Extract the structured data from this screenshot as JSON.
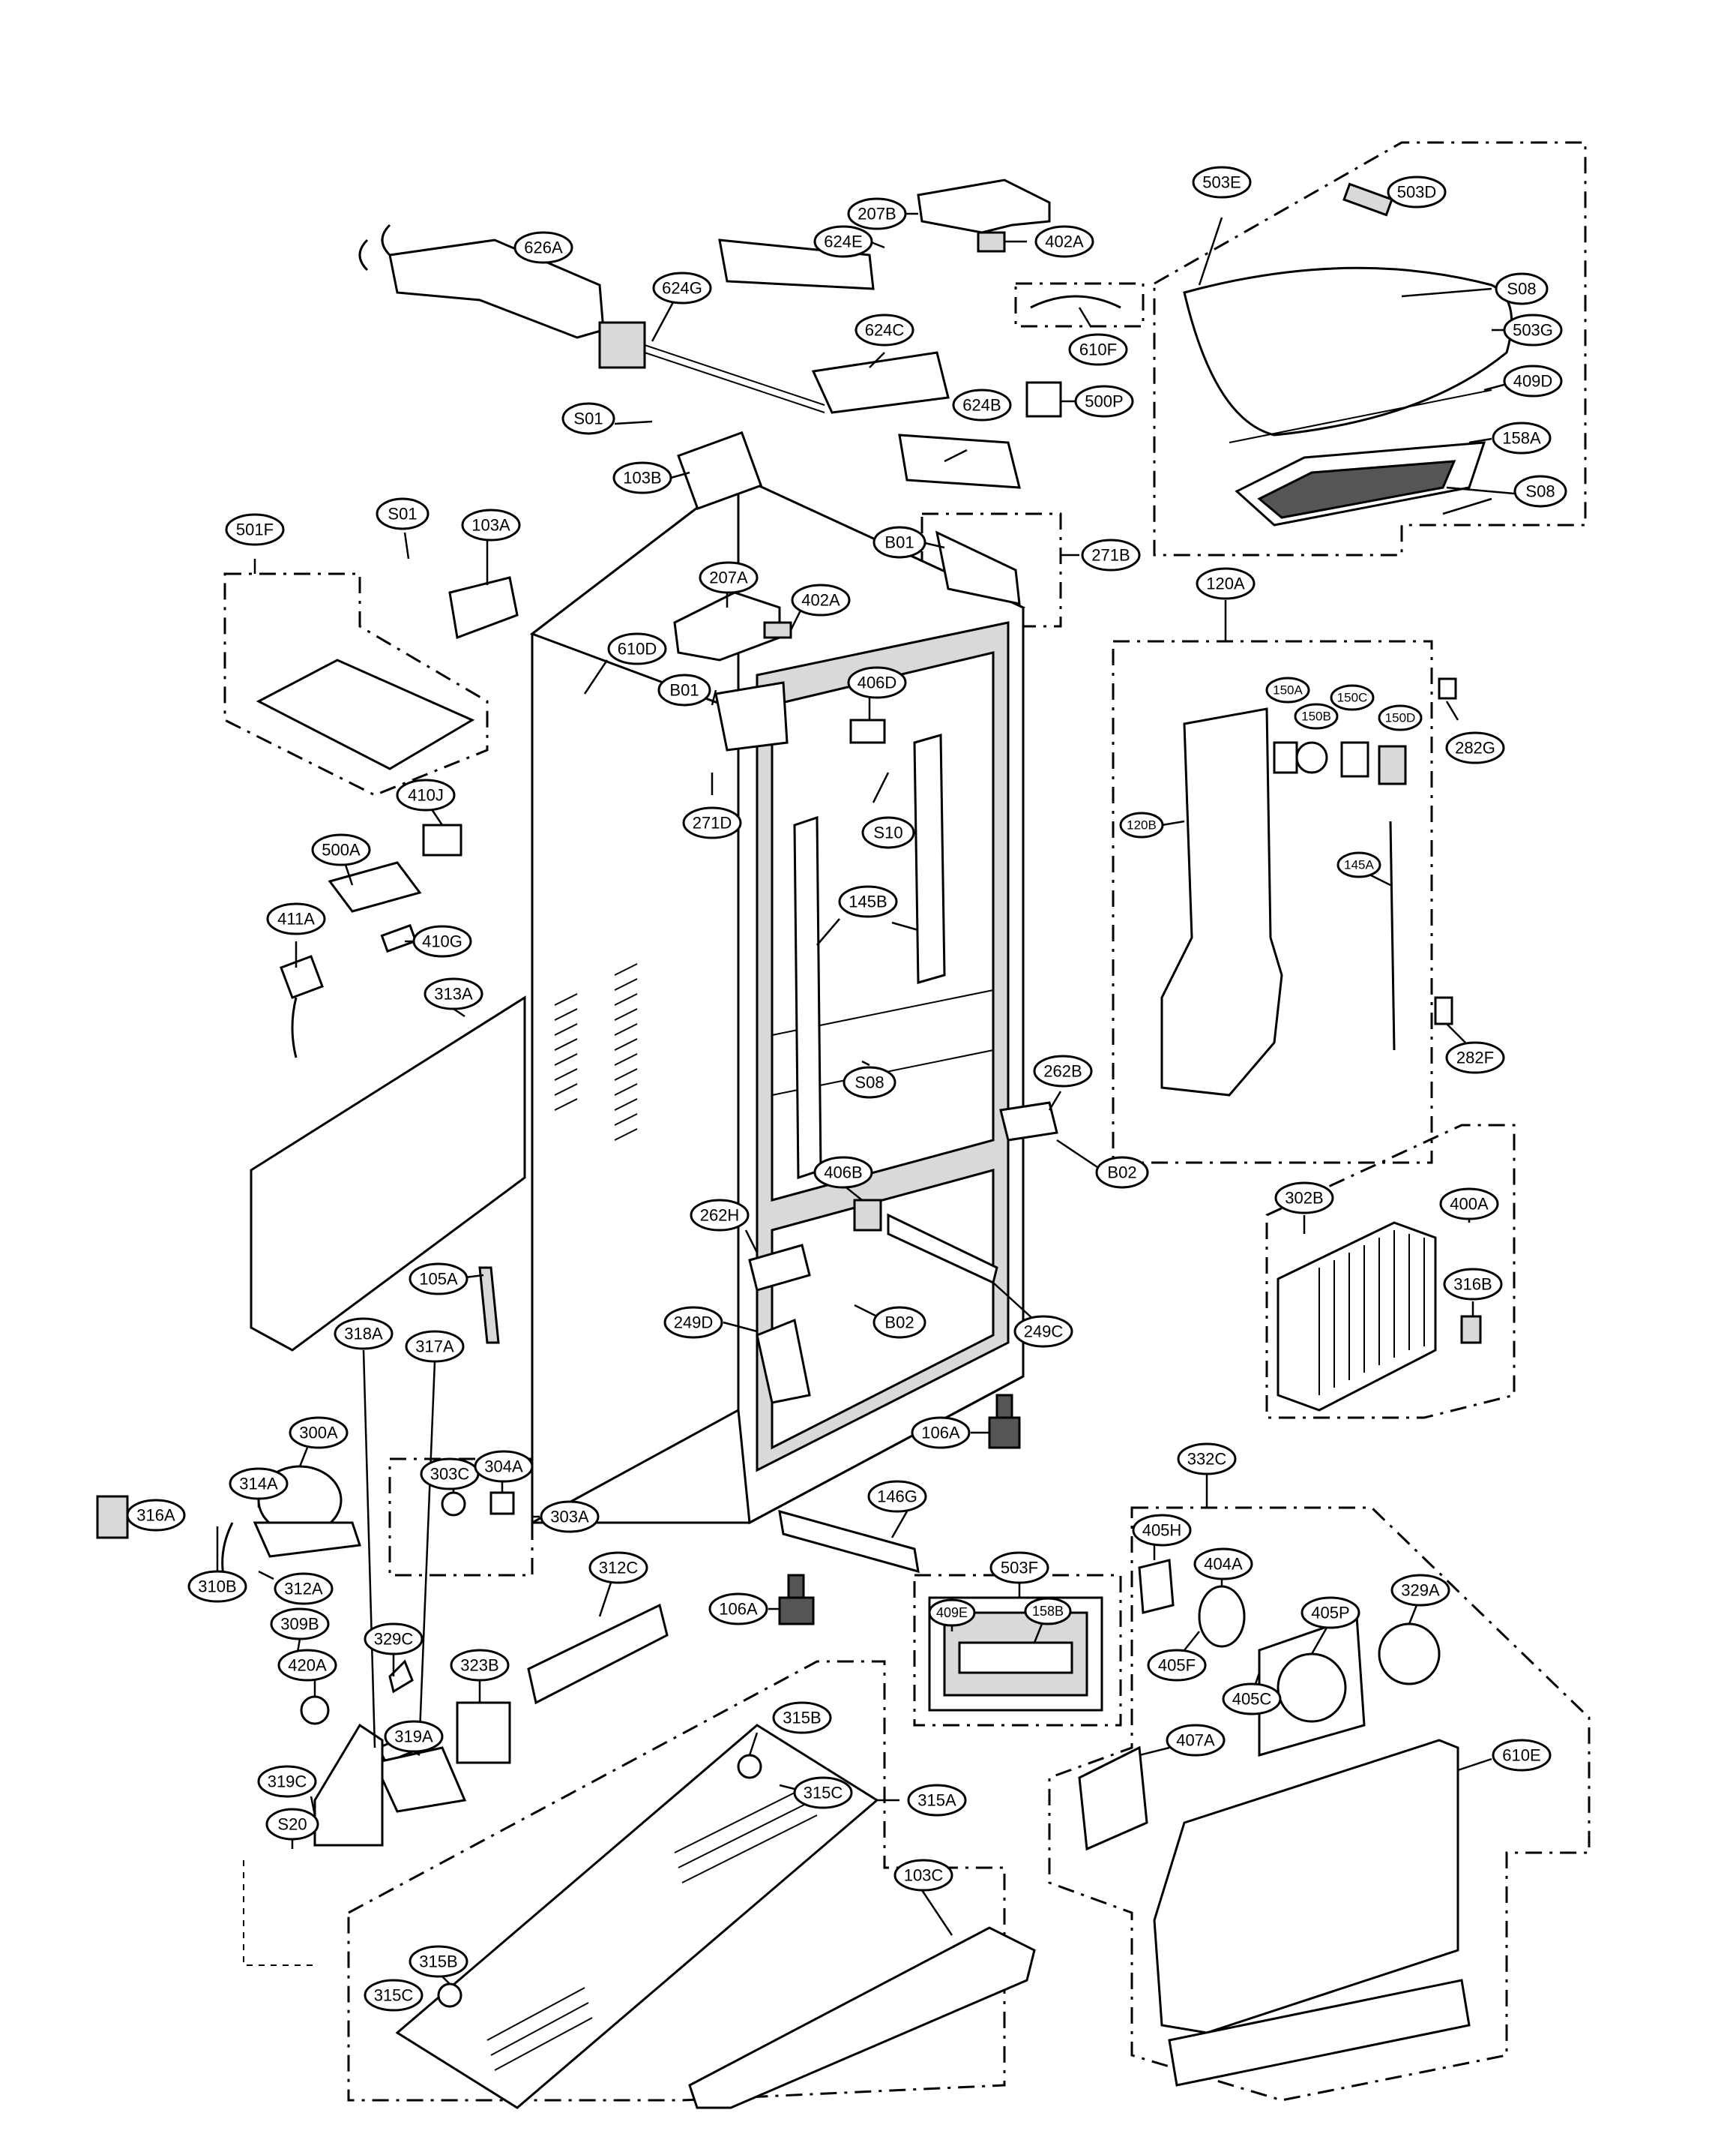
{
  "diagram": {
    "callouts": [
      {
        "id": "c207B",
        "label": "207B"
      },
      {
        "id": "c402A_top",
        "label": "402A"
      },
      {
        "id": "c626A",
        "label": "626A"
      },
      {
        "id": "c624E",
        "label": "624E"
      },
      {
        "id": "c624G",
        "label": "624G"
      },
      {
        "id": "c624C",
        "label": "624C"
      },
      {
        "id": "c610F",
        "label": "610F"
      },
      {
        "id": "c624B",
        "label": "624B"
      },
      {
        "id": "c500P",
        "label": "500P"
      },
      {
        "id": "cS01_a",
        "label": "S01"
      },
      {
        "id": "c103B",
        "label": "103B"
      },
      {
        "id": "c503E",
        "label": "503E"
      },
      {
        "id": "c503D",
        "label": "503D"
      },
      {
        "id": "cS08_a",
        "label": "S08"
      },
      {
        "id": "c503G",
        "label": "503G"
      },
      {
        "id": "c409D",
        "label": "409D"
      },
      {
        "id": "c158A",
        "label": "158A"
      },
      {
        "id": "cS08_b",
        "label": "S08"
      },
      {
        "id": "c501F",
        "label": "501F"
      },
      {
        "id": "cS01_b",
        "label": "S01"
      },
      {
        "id": "c103A",
        "label": "103A"
      },
      {
        "id": "c207A",
        "label": "207A"
      },
      {
        "id": "c402A_mid",
        "label": "402A"
      },
      {
        "id": "cB01_a",
        "label": "B01"
      },
      {
        "id": "c271B",
        "label": "271B"
      },
      {
        "id": "c120A",
        "label": "120A"
      },
      {
        "id": "c610D",
        "label": "610D"
      },
      {
        "id": "cB01_b",
        "label": "B01"
      },
      {
        "id": "c406D",
        "label": "406D"
      },
      {
        "id": "c150A",
        "label": "150A"
      },
      {
        "id": "c150B",
        "label": "150B"
      },
      {
        "id": "c150C",
        "label": "150C"
      },
      {
        "id": "c150D",
        "label": "150D"
      },
      {
        "id": "c282G",
        "label": "282G"
      },
      {
        "id": "c271D",
        "label": "271D"
      },
      {
        "id": "cS10",
        "label": "S10"
      },
      {
        "id": "c120B",
        "label": "120B"
      },
      {
        "id": "c410J",
        "label": "410J"
      },
      {
        "id": "c500A",
        "label": "500A"
      },
      {
        "id": "c145B",
        "label": "145B"
      },
      {
        "id": "c145A",
        "label": "145A"
      },
      {
        "id": "c411A",
        "label": "411A"
      },
      {
        "id": "c410G",
        "label": "410G"
      },
      {
        "id": "c313A",
        "label": "313A"
      },
      {
        "id": "cS08_c",
        "label": "S08"
      },
      {
        "id": "c282F",
        "label": "282F"
      },
      {
        "id": "c262B",
        "label": "262B"
      },
      {
        "id": "cB02_a",
        "label": "B02"
      },
      {
        "id": "c406B",
        "label": "406B"
      },
      {
        "id": "c302B",
        "label": "302B"
      },
      {
        "id": "c400A",
        "label": "400A"
      },
      {
        "id": "c262H",
        "label": "262H"
      },
      {
        "id": "c105A",
        "label": "105A"
      },
      {
        "id": "c316B",
        "label": "316B"
      },
      {
        "id": "c249D",
        "label": "249D"
      },
      {
        "id": "cB02_b",
        "label": "B02"
      },
      {
        "id": "c249C",
        "label": "249C"
      },
      {
        "id": "c318A",
        "label": "318A"
      },
      {
        "id": "c317A",
        "label": "317A"
      },
      {
        "id": "c106A_a",
        "label": "106A"
      },
      {
        "id": "c332C",
        "label": "332C"
      },
      {
        "id": "c314A",
        "label": "314A"
      },
      {
        "id": "c300A",
        "label": "300A"
      },
      {
        "id": "c303C",
        "label": "303C"
      },
      {
        "id": "c304A",
        "label": "304A"
      },
      {
        "id": "c303A",
        "label": "303A"
      },
      {
        "id": "c146G",
        "label": "146G"
      },
      {
        "id": "c316A",
        "label": "316A"
      },
      {
        "id": "c312A",
        "label": "312A"
      },
      {
        "id": "c503F",
        "label": "503F"
      },
      {
        "id": "c405H",
        "label": "405H"
      },
      {
        "id": "c312C",
        "label": "312C"
      },
      {
        "id": "c404A",
        "label": "404A"
      },
      {
        "id": "c310B",
        "label": "310B"
      },
      {
        "id": "c106A_b",
        "label": "106A"
      },
      {
        "id": "c409E",
        "label": "409E"
      },
      {
        "id": "c158B",
        "label": "158B"
      },
      {
        "id": "c405P",
        "label": "405P"
      },
      {
        "id": "c309B",
        "label": "309B"
      },
      {
        "id": "c329C",
        "label": "329C"
      },
      {
        "id": "c405F",
        "label": "405F"
      },
      {
        "id": "c329A",
        "label": "329A"
      },
      {
        "id": "c323B",
        "label": "323B"
      },
      {
        "id": "c420A",
        "label": "420A"
      },
      {
        "id": "c405C",
        "label": "405C"
      },
      {
        "id": "c315B_a",
        "label": "315B"
      },
      {
        "id": "c319A",
        "label": "319A"
      },
      {
        "id": "c407A",
        "label": "407A"
      },
      {
        "id": "c610E",
        "label": "610E"
      },
      {
        "id": "c319C",
        "label": "319C"
      },
      {
        "id": "c315C_a",
        "label": "315C"
      },
      {
        "id": "c315A",
        "label": "315A"
      },
      {
        "id": "cS20",
        "label": "S20"
      },
      {
        "id": "c103C",
        "label": "103C"
      },
      {
        "id": "c315B_b",
        "label": "315B"
      },
      {
        "id": "c315C_b",
        "label": "315C"
      }
    ]
  }
}
